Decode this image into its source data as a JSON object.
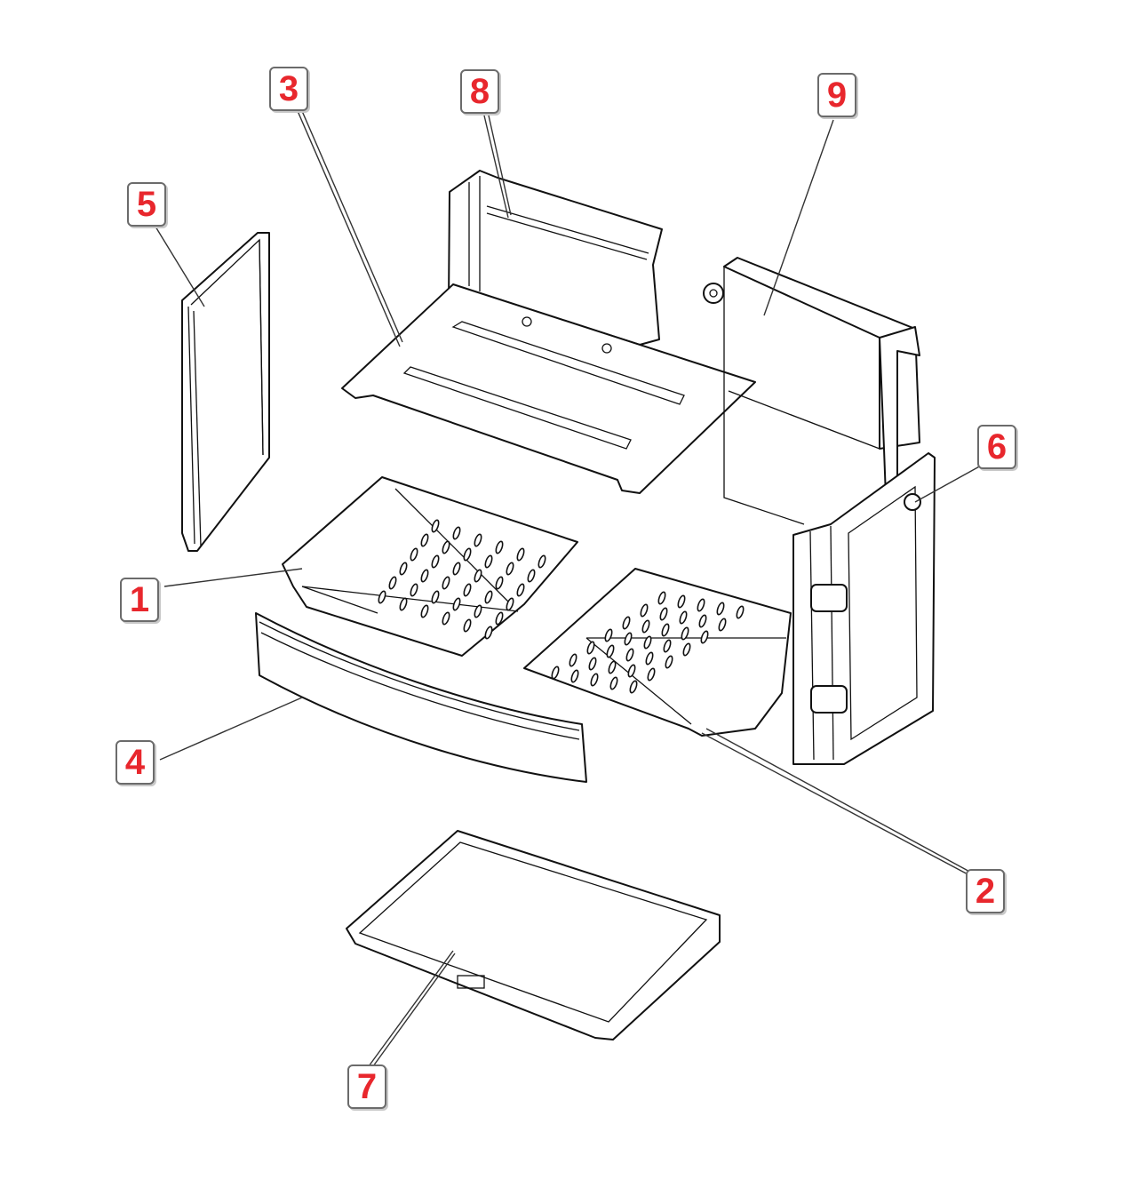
{
  "colors": {
    "highlight": "#ff0000",
    "callout_text": "#e8272d",
    "line": "#111111"
  },
  "callouts": [
    {
      "id": "1",
      "label": "1"
    },
    {
      "id": "2",
      "label": "2"
    },
    {
      "id": "3",
      "label": "3"
    },
    {
      "id": "4",
      "label": "4"
    },
    {
      "id": "5",
      "label": "5"
    },
    {
      "id": "6",
      "label": "6"
    },
    {
      "id": "7",
      "label": "7"
    },
    {
      "id": "8",
      "label": "8"
    },
    {
      "id": "9",
      "label": "9"
    }
  ],
  "highlighted_part": "8"
}
